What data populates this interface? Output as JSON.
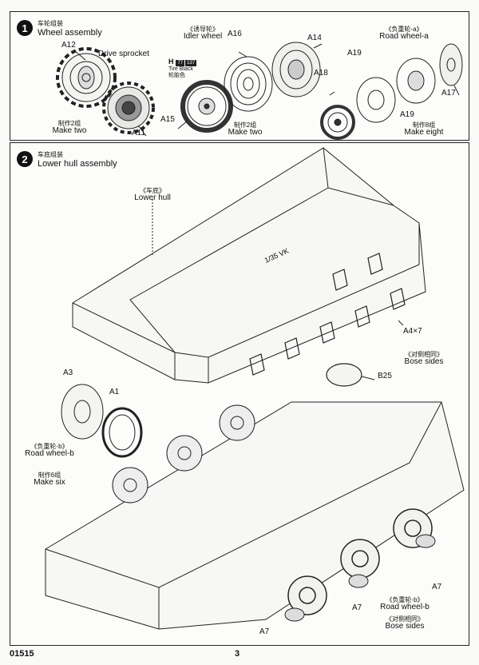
{
  "step1": {
    "number": "1",
    "title_cn": "车轮组装",
    "title_en": "Wheel assembly",
    "parts": {
      "a12": "A12",
      "a11": "A11",
      "a16": "A16",
      "a14": "A14",
      "a15": "A15",
      "a18": "A18",
      "a19_top": "A19",
      "a19_bottom": "A19",
      "a17": "A17"
    },
    "drive_sprocket": "Drive sprocket",
    "make_two_cn_1": "制作2组",
    "make_two_1": "Make two",
    "idler_cn": "《诱导轮》",
    "idler": "Idler wheel",
    "paint_h": "H",
    "paint_code1": "77",
    "paint_code2": "137",
    "paint_en": "Tire Black",
    "paint_cn": "轮胎色",
    "make_two_cn_2": "制作2组",
    "make_two_2": "Make two",
    "roadwheel_a_cn": "《负重轮-a》",
    "roadwheel_a": "Road wheel-a",
    "make_eight_cn": "制作8组",
    "make_eight": "Make eight"
  },
  "step2": {
    "number": "2",
    "title_cn": "车底组装",
    "title_en": "Lower hull assembly",
    "lower_hull_cn": "《车底》",
    "lower_hull": "Lower hull",
    "a4": "A4×7",
    "bose_cn_1": "《对侧相同》",
    "bose_1": "Bose sides",
    "b25": "B25",
    "a3": "A3",
    "a1": "A1",
    "roadwheel_b_cn_1": "《负重轮-b》",
    "roadwheel_b_1": "Road wheel-b",
    "make_six_cn": "制作6组",
    "make_six": "Make six",
    "a7_1": "A7",
    "a7_2": "A7",
    "a7_3": "A7",
    "roadwheel_b_cn_2": "《负重轮-b》",
    "roadwheel_b_2": "Road wheel-b",
    "bose_cn_2": "《对侧相同》",
    "bose_2": "Bose sides",
    "hull_mark": "1/35 VK"
  },
  "footer": {
    "code": "01515",
    "page": "3"
  }
}
